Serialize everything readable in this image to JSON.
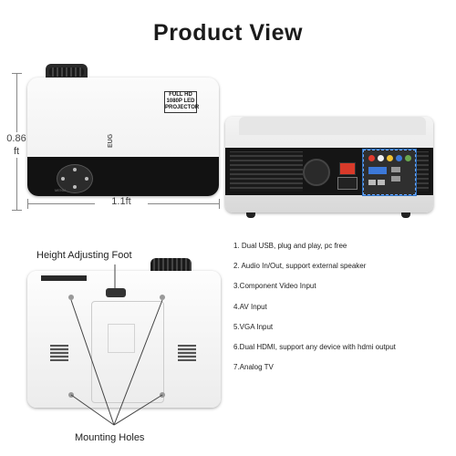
{
  "title": "Product View",
  "dimensions": {
    "height_value": "0.86",
    "height_unit": "ft",
    "width_label": "1.1ft"
  },
  "front_view": {
    "badge": "FULL HD 1080P LED PROJECTOR",
    "brand": "EUG",
    "menu_label": "MENU"
  },
  "bottom_view": {
    "height_foot_label": "Height Adjusting Foot",
    "mounting_holes_label": "Mounting Holes"
  },
  "features": [
    "1. Dual USB, plug and play, pc free",
    "2. Audio In/Out, support external speaker",
    "3.Component Video Input",
    "4.AV Input",
    "5.VGA Input",
    "6.Dual HDMI, support any device with hdmi output",
    "7.Analog TV"
  ],
  "colors": {
    "power_switch": "#d93a2a",
    "io_highlight": "#2d6fbf"
  }
}
